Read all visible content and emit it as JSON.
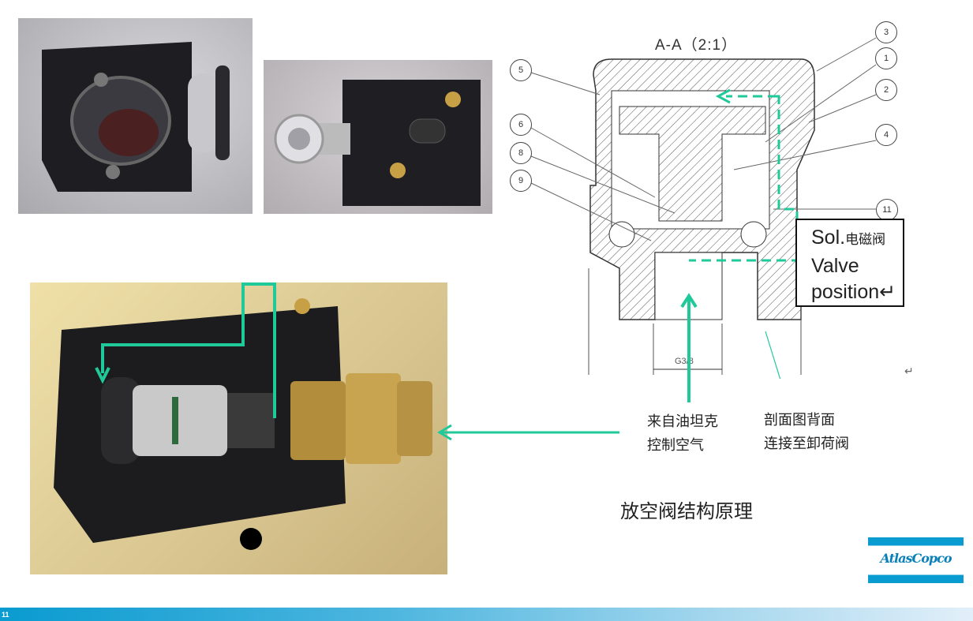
{
  "diagram": {
    "section_title": "A-A（2:1）",
    "callouts": [
      "3",
      "1",
      "2",
      "4",
      "5",
      "6",
      "8",
      "9",
      "11"
    ],
    "thread_label": "G3/8",
    "sol_box": {
      "line1_en": "Sol.",
      "line1_cn": "电磁阀",
      "line2": "Valve",
      "line3": "position↵"
    },
    "return_mark": "↵"
  },
  "annotations": {
    "from_tank_line1": "来自油坦克",
    "from_tank_line2": "控制空气",
    "back_line1": "剖面图背面",
    "back_line2": "连接至卸荷阀"
  },
  "slide_title": "放空阀结构原理",
  "logo_text": "AtlasCopco",
  "page_number": "11",
  "colors": {
    "accent_green": "#1fc99a",
    "brand_blue": "#0a9bd0"
  }
}
